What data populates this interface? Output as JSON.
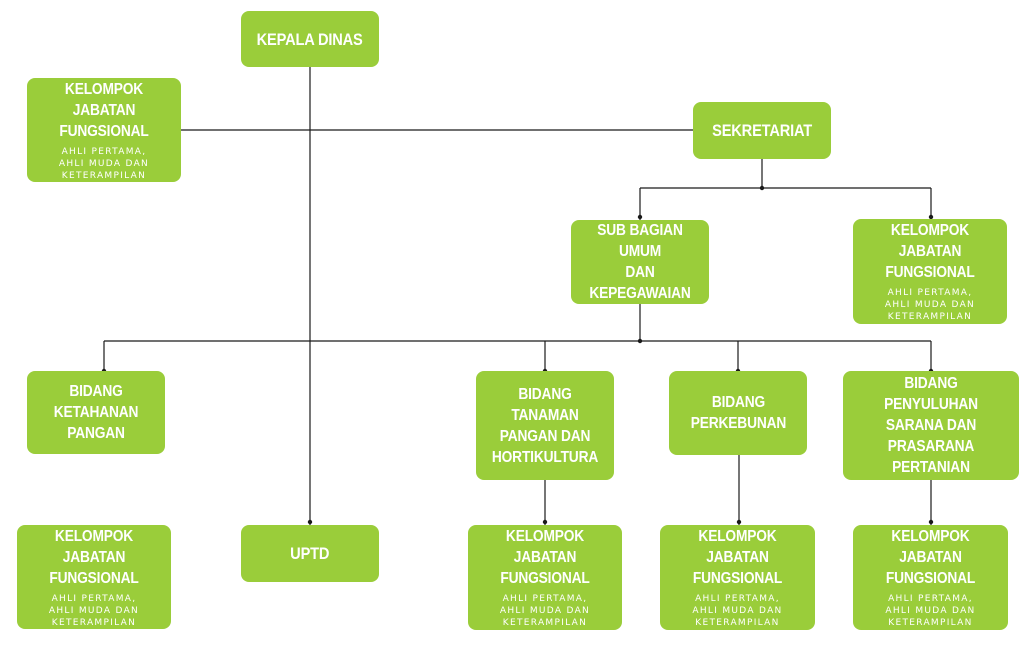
{
  "colors": {
    "box": "#9acd3a",
    "text": "#ffffff",
    "line": "#1a1a1a"
  },
  "kepala_dinas": {
    "title": "KEPALA DINAS"
  },
  "sekretariat": {
    "title": "SEKRETARIAT"
  },
  "subbag_umum": {
    "title_line1": "SUB BAGIAN UMUM",
    "title_line2": "DAN KEPEGAWAIAN"
  },
  "kjf_template": {
    "title_line1": "KELOMPOK",
    "title_line2": "JABATAN FUNGSIONAL",
    "sub_line1": "AHLI PERTAMA,",
    "sub_line2": "AHLI MUDA DAN",
    "sub_line3": "KETERAMPILAN"
  },
  "bidang_ketahanan": {
    "title_line1": "BIDANG KETAHANAN",
    "title_line2": "PANGAN"
  },
  "bidang_tanaman": {
    "title_line1": "BIDANG TANAMAN",
    "title_line2": "PANGAN DAN",
    "title_line3": "HORTIKULTURA"
  },
  "bidang_perkebunan": {
    "title_line1": "BIDANG",
    "title_line2": "PERKEBUNAN"
  },
  "bidang_penyuluhan": {
    "title_line1": "BIDANG PENYULUHAN",
    "title_line2": "SARANA DAN",
    "title_line3": "PRASARANA PERTANIAN"
  },
  "uptd": {
    "title": "UPTD"
  }
}
